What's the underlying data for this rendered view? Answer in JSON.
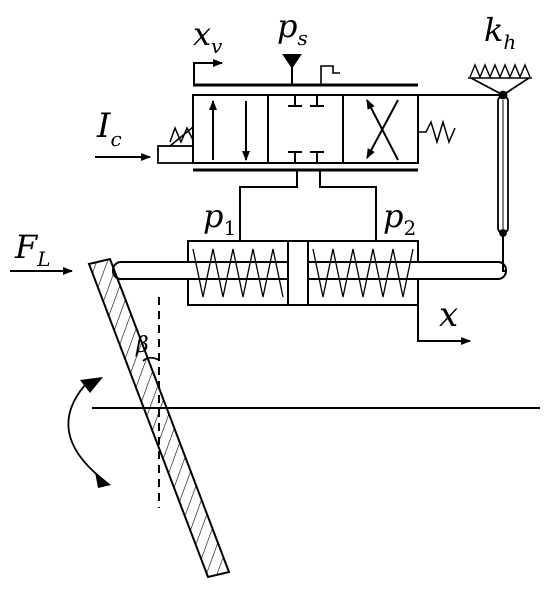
{
  "labels": {
    "xv": {
      "base": "x",
      "sub": "v"
    },
    "ps": {
      "base": "p",
      "sub": "s"
    },
    "kh": {
      "base": "k",
      "sub": "h"
    },
    "ic": {
      "base": "I",
      "sub": "c"
    },
    "fl": {
      "base": "F",
      "sub": "L"
    },
    "p1": {
      "base": "p",
      "sub": "1"
    },
    "p2": {
      "base": "p",
      "sub": "2"
    },
    "x": "x",
    "beta": "β"
  },
  "colors": {
    "stroke": "#000000",
    "background": "#ffffff"
  }
}
